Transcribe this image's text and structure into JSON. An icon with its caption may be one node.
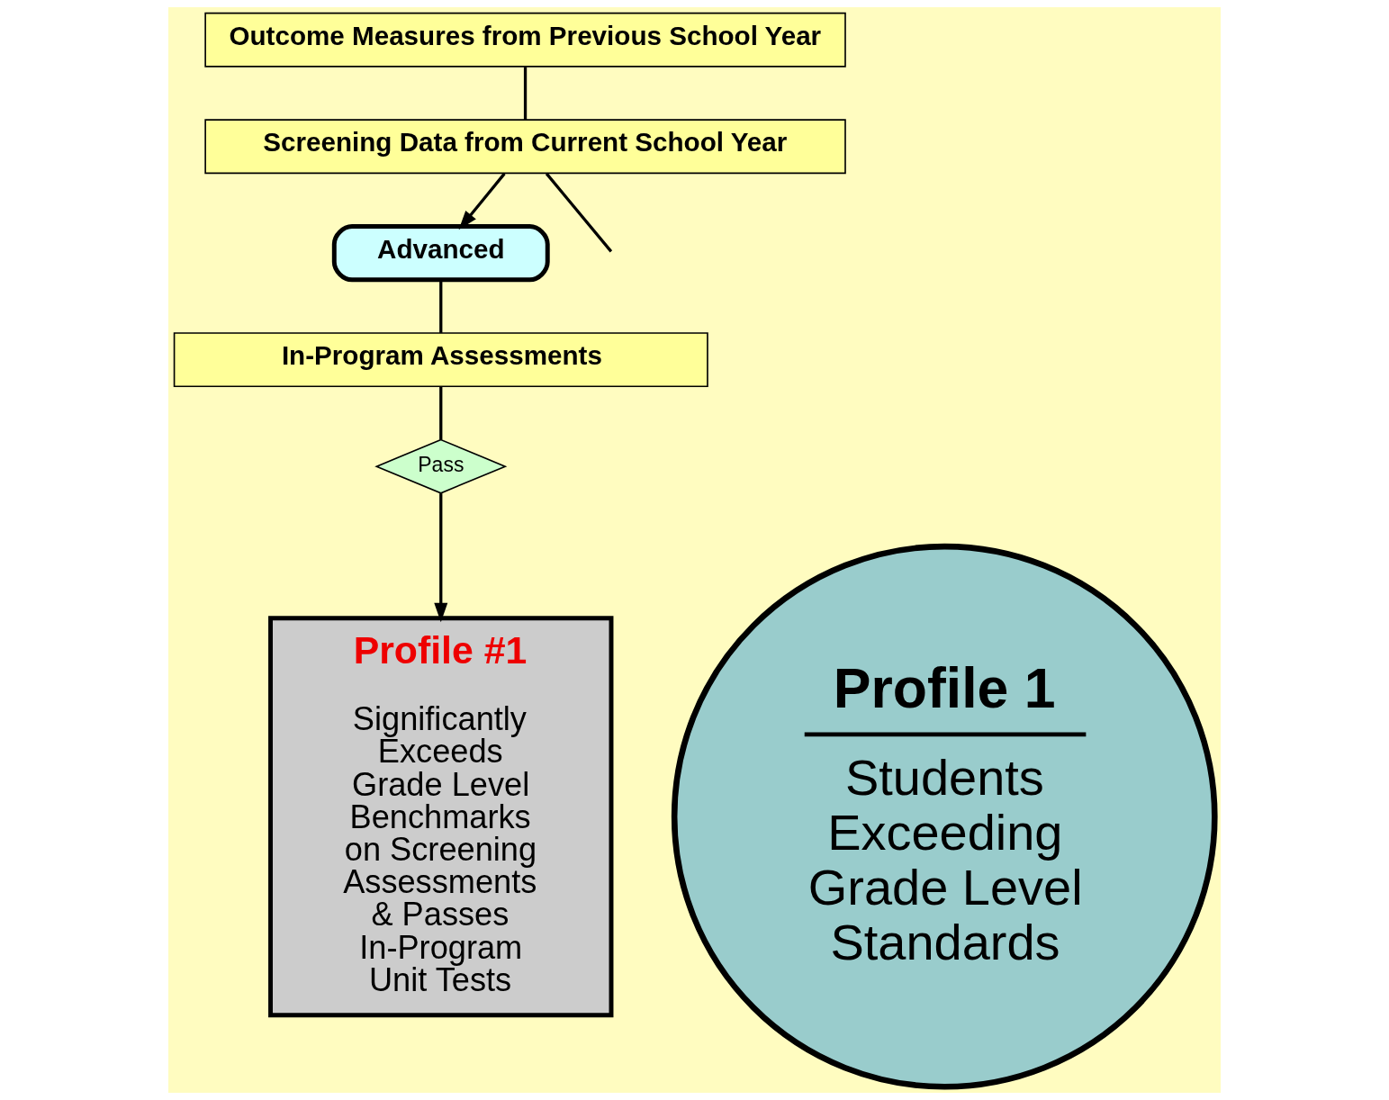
{
  "diagram": {
    "nodes": [
      {
        "text": [
          "Outcome Measures from Previous School Year"
        ]
      },
      {
        "text": [
          "Screening Data from Current School Year"
        ]
      },
      {
        "text": [
          "Advanced"
        ]
      },
      {
        "text": [
          "In-Program Assessments"
        ]
      },
      {
        "text": [
          "Pass"
        ]
      },
      {
        "text": [
          "Profile #1",
          "Significantly Exceeds Grade Level Benchmarks on Screening Assessments & Passes In-Program Unit Tests"
        ]
      },
      {
        "text": [
          "Profile 1",
          "Students Exceeding Grade Level Standards"
        ]
      }
    ],
    "edges": [
      {
        "from": 0,
        "to": 1,
        "arrow": "none"
      },
      {
        "from": 1,
        "to": 2,
        "arrow": "to"
      },
      {
        "from": 1,
        "to": null,
        "arrow": "none"
      },
      {
        "from": 2,
        "to": 3,
        "arrow": "none"
      },
      {
        "from": 3,
        "to": 4,
        "arrow": "none"
      },
      {
        "from": 4,
        "to": 5,
        "arrow": "to"
      }
    ]
  }
}
